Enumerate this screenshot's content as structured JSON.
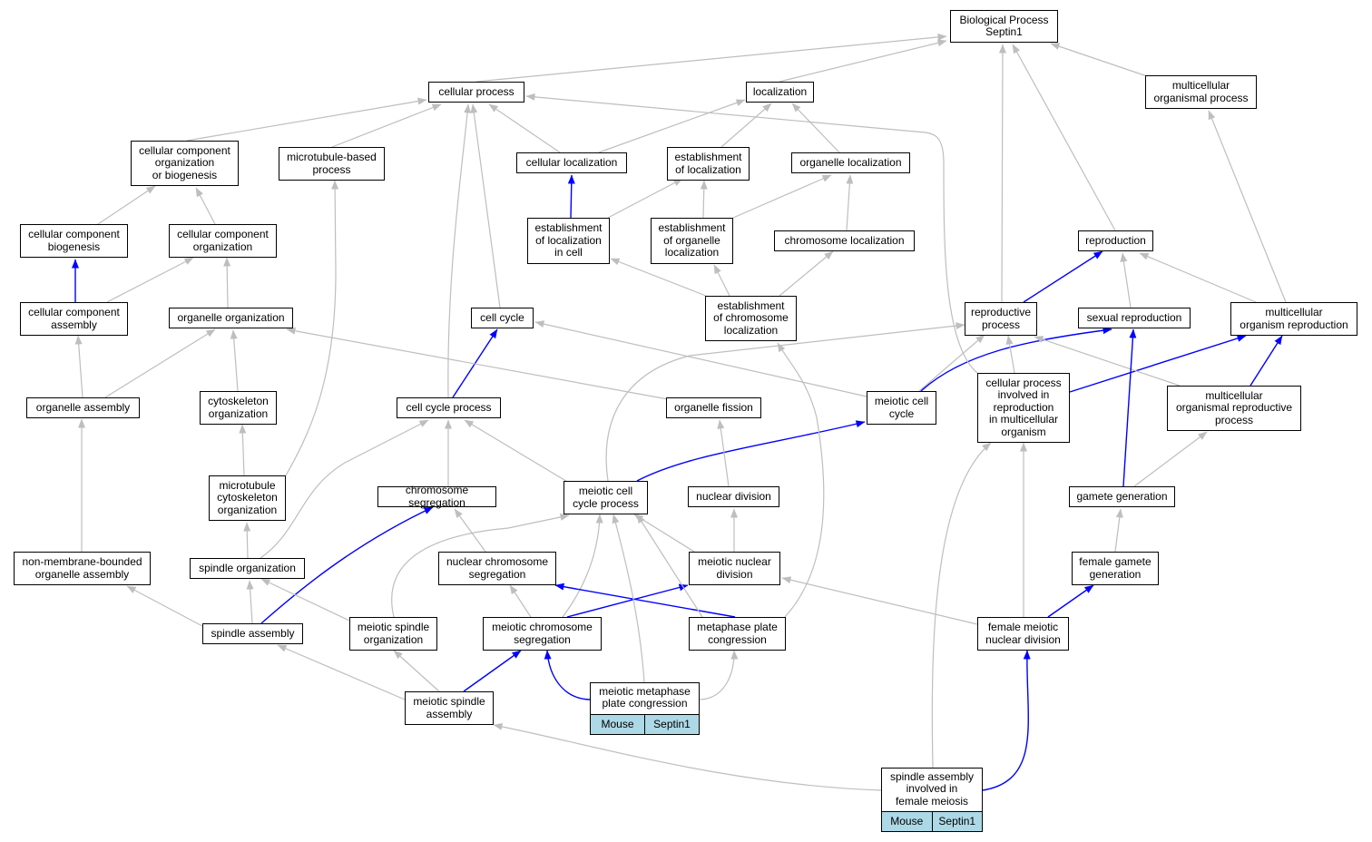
{
  "graph": {
    "nodes": [
      {
        "id": "bp",
        "label": "Biological Process\nSeptin1"
      },
      {
        "id": "cp",
        "label": "cellular process"
      },
      {
        "id": "loc",
        "label": "localization"
      },
      {
        "id": "mop",
        "label": "multicellular\norganismal process"
      },
      {
        "id": "ccob",
        "label": "cellular component\norganization\nor biogenesis"
      },
      {
        "id": "mbp",
        "label": "microtubule-based\nprocess"
      },
      {
        "id": "cl",
        "label": "cellular localization"
      },
      {
        "id": "eol",
        "label": "establishment\nof localization"
      },
      {
        "id": "ol",
        "label": "organelle localization"
      },
      {
        "id": "ccb",
        "label": "cellular component\nbiogenesis"
      },
      {
        "id": "cco",
        "label": "cellular component\norganization"
      },
      {
        "id": "eolc",
        "label": "establishment\nof localization\nin cell"
      },
      {
        "id": "eool",
        "label": "establishment\nof organelle\nlocalization"
      },
      {
        "id": "chl",
        "label": "chromosome localization"
      },
      {
        "id": "rep",
        "label": "reproduction"
      },
      {
        "id": "cca",
        "label": "cellular component\nassembly"
      },
      {
        "id": "oo",
        "label": "organelle organization"
      },
      {
        "id": "cc",
        "label": "cell cycle"
      },
      {
        "id": "eocl",
        "label": "establishment\nof chromosome\nlocalization"
      },
      {
        "id": "rp",
        "label": "reproductive\nprocess"
      },
      {
        "id": "sr",
        "label": "sexual reproduction"
      },
      {
        "id": "mor",
        "label": "multicellular\norganism reproduction"
      },
      {
        "id": "oa",
        "label": "organelle assembly"
      },
      {
        "id": "co",
        "label": "cytoskeleton\norganization"
      },
      {
        "id": "ccp",
        "label": "cell cycle process"
      },
      {
        "id": "of",
        "label": "organelle fission"
      },
      {
        "id": "mcc",
        "label": "meiotic cell\ncycle"
      },
      {
        "id": "cpir",
        "label": "cellular process\ninvolved in\nreproduction\nin multicellular\norganism"
      },
      {
        "id": "morp",
        "label": "multicellular\norganismal reproductive\nprocess"
      },
      {
        "id": "mco",
        "label": "microtubule\ncytoskeleton\norganization"
      },
      {
        "id": "cs",
        "label": "chromosome segregation"
      },
      {
        "id": "mccp",
        "label": "meiotic cell\ncycle process"
      },
      {
        "id": "nd",
        "label": "nuclear division"
      },
      {
        "id": "gg",
        "label": "gamete generation"
      },
      {
        "id": "nmboa",
        "label": "non-membrane-bounded\norganelle assembly"
      },
      {
        "id": "so",
        "label": "spindle organization"
      },
      {
        "id": "ncs",
        "label": "nuclear chromosome\nsegregation"
      },
      {
        "id": "mnd",
        "label": "meiotic nuclear\ndivision"
      },
      {
        "id": "fgg",
        "label": "female gamete\ngeneration"
      },
      {
        "id": "sa",
        "label": "spindle assembly"
      },
      {
        "id": "mso",
        "label": "meiotic spindle\norganization"
      },
      {
        "id": "mcs",
        "label": "meiotic chromosome\nsegregation"
      },
      {
        "id": "mpc",
        "label": "metaphase plate\ncongression"
      },
      {
        "id": "fmnd",
        "label": "female meiotic\nnuclear division"
      },
      {
        "id": "msa",
        "label": "meiotic spindle\nassembly"
      },
      {
        "id": "mmpc",
        "label": "meiotic metaphase\nplate congression",
        "tags": [
          "Mouse",
          "Septin1"
        ]
      },
      {
        "id": "safm",
        "label": "spindle assembly\ninvolved in\nfemale meiosis",
        "tags": [
          "Mouse",
          "Septin1"
        ]
      }
    ],
    "edges": [
      {
        "from": "cp",
        "to": "bp",
        "kind": "is_a"
      },
      {
        "from": "loc",
        "to": "bp",
        "kind": "is_a"
      },
      {
        "from": "mop",
        "to": "bp",
        "kind": "is_a"
      },
      {
        "from": "rep",
        "to": "bp",
        "kind": "is_a"
      },
      {
        "from": "rp",
        "to": "bp",
        "kind": "is_a"
      },
      {
        "from": "ccob",
        "to": "cp",
        "kind": "is_a"
      },
      {
        "from": "mbp",
        "to": "cp",
        "kind": "is_a"
      },
      {
        "from": "cl",
        "to": "cp",
        "kind": "is_a"
      },
      {
        "from": "cl",
        "to": "loc",
        "kind": "is_a"
      },
      {
        "from": "eol",
        "to": "loc",
        "kind": "is_a"
      },
      {
        "from": "ol",
        "to": "loc",
        "kind": "is_a"
      },
      {
        "from": "ccb",
        "to": "ccob",
        "kind": "is_a"
      },
      {
        "from": "cco",
        "to": "ccob",
        "kind": "is_a"
      },
      {
        "from": "eolc",
        "to": "cl",
        "kind": "part_of"
      },
      {
        "from": "eolc",
        "to": "eol",
        "kind": "is_a"
      },
      {
        "from": "eool",
        "to": "eol",
        "kind": "is_a"
      },
      {
        "from": "eool",
        "to": "ol",
        "kind": "is_a"
      },
      {
        "from": "chl",
        "to": "ol",
        "kind": "is_a"
      },
      {
        "from": "eocl",
        "to": "eolc",
        "kind": "is_a"
      },
      {
        "from": "eocl",
        "to": "eool",
        "kind": "is_a"
      },
      {
        "from": "eocl",
        "to": "chl",
        "kind": "is_a"
      },
      {
        "from": "cca",
        "to": "ccb",
        "kind": "part_of"
      },
      {
        "from": "cca",
        "to": "cco",
        "kind": "is_a"
      },
      {
        "from": "oo",
        "to": "cco",
        "kind": "is_a"
      },
      {
        "from": "cc",
        "to": "cp",
        "kind": "is_a"
      },
      {
        "from": "rp",
        "to": "rep",
        "kind": "part_of"
      },
      {
        "from": "sr",
        "to": "rep",
        "kind": "is_a"
      },
      {
        "from": "mor",
        "to": "rep",
        "kind": "is_a"
      },
      {
        "from": "mor",
        "to": "mop",
        "kind": "is_a"
      },
      {
        "from": "oa",
        "to": "cca",
        "kind": "is_a"
      },
      {
        "from": "oa",
        "to": "oo",
        "kind": "is_a"
      },
      {
        "from": "co",
        "to": "oo",
        "kind": "is_a"
      },
      {
        "from": "ccp",
        "to": "cp",
        "kind": "is_a"
      },
      {
        "from": "ccp",
        "to": "cc",
        "kind": "part_of"
      },
      {
        "from": "of",
        "to": "oo",
        "kind": "is_a"
      },
      {
        "from": "mcc",
        "to": "cc",
        "kind": "is_a"
      },
      {
        "from": "mcc",
        "to": "rp",
        "kind": "is_a"
      },
      {
        "from": "mcc",
        "to": "sr",
        "kind": "part_of"
      },
      {
        "from": "cpir",
        "to": "cp",
        "kind": "is_a"
      },
      {
        "from": "cpir",
        "to": "rp",
        "kind": "is_a"
      },
      {
        "from": "cpir",
        "to": "mor",
        "kind": "part_of"
      },
      {
        "from": "morp",
        "to": "rp",
        "kind": "is_a"
      },
      {
        "from": "morp",
        "to": "mor",
        "kind": "part_of"
      },
      {
        "from": "mco",
        "to": "co",
        "kind": "is_a"
      },
      {
        "from": "mco",
        "to": "mbp",
        "kind": "is_a"
      },
      {
        "from": "cs",
        "to": "ccp",
        "kind": "is_a"
      },
      {
        "from": "mccp",
        "to": "ccp",
        "kind": "is_a"
      },
      {
        "from": "mccp",
        "to": "rp",
        "kind": "is_a"
      },
      {
        "from": "mccp",
        "to": "mcc",
        "kind": "part_of"
      },
      {
        "from": "nd",
        "to": "of",
        "kind": "is_a"
      },
      {
        "from": "gg",
        "to": "sr",
        "kind": "part_of"
      },
      {
        "from": "gg",
        "to": "morp",
        "kind": "is_a"
      },
      {
        "from": "nmboa",
        "to": "oa",
        "kind": "is_a"
      },
      {
        "from": "so",
        "to": "mco",
        "kind": "is_a"
      },
      {
        "from": "so",
        "to": "ccp",
        "kind": "is_a"
      },
      {
        "from": "ncs",
        "to": "cs",
        "kind": "is_a"
      },
      {
        "from": "mnd",
        "to": "nd",
        "kind": "is_a"
      },
      {
        "from": "mnd",
        "to": "mccp",
        "kind": "is_a"
      },
      {
        "from": "fgg",
        "to": "gg",
        "kind": "is_a"
      },
      {
        "from": "sa",
        "to": "nmboa",
        "kind": "is_a"
      },
      {
        "from": "sa",
        "to": "so",
        "kind": "is_a"
      },
      {
        "from": "sa",
        "to": "cs",
        "kind": "part_of"
      },
      {
        "from": "mso",
        "to": "so",
        "kind": "is_a"
      },
      {
        "from": "mso",
        "to": "mccp",
        "kind": "is_a"
      },
      {
        "from": "mcs",
        "to": "ncs",
        "kind": "is_a"
      },
      {
        "from": "mcs",
        "to": "mccp",
        "kind": "is_a"
      },
      {
        "from": "mcs",
        "to": "mnd",
        "kind": "part_of"
      },
      {
        "from": "mpc",
        "to": "eocl",
        "kind": "is_a"
      },
      {
        "from": "mpc",
        "to": "ncs",
        "kind": "part_of"
      },
      {
        "from": "mpc",
        "to": "mccp",
        "kind": "is_a"
      },
      {
        "from": "fmnd",
        "to": "mnd",
        "kind": "is_a"
      },
      {
        "from": "fmnd",
        "to": "cpir",
        "kind": "is_a"
      },
      {
        "from": "fmnd",
        "to": "fgg",
        "kind": "part_of"
      },
      {
        "from": "msa",
        "to": "sa",
        "kind": "is_a"
      },
      {
        "from": "msa",
        "to": "mso",
        "kind": "is_a"
      },
      {
        "from": "msa",
        "to": "mcs",
        "kind": "part_of"
      },
      {
        "from": "mmpc",
        "to": "mpc",
        "kind": "is_a"
      },
      {
        "from": "mmpc",
        "to": "mccp",
        "kind": "is_a"
      },
      {
        "from": "mmpc",
        "to": "mcs",
        "kind": "part_of"
      },
      {
        "from": "safm",
        "to": "msa",
        "kind": "is_a"
      },
      {
        "from": "safm",
        "to": "cpir",
        "kind": "is_a"
      },
      {
        "from": "safm",
        "to": "fmnd",
        "kind": "part_of"
      }
    ]
  },
  "colors": {
    "is_a": "#bebebe",
    "part_of": "#0000ff",
    "tag_fill": "#add8e6"
  }
}
